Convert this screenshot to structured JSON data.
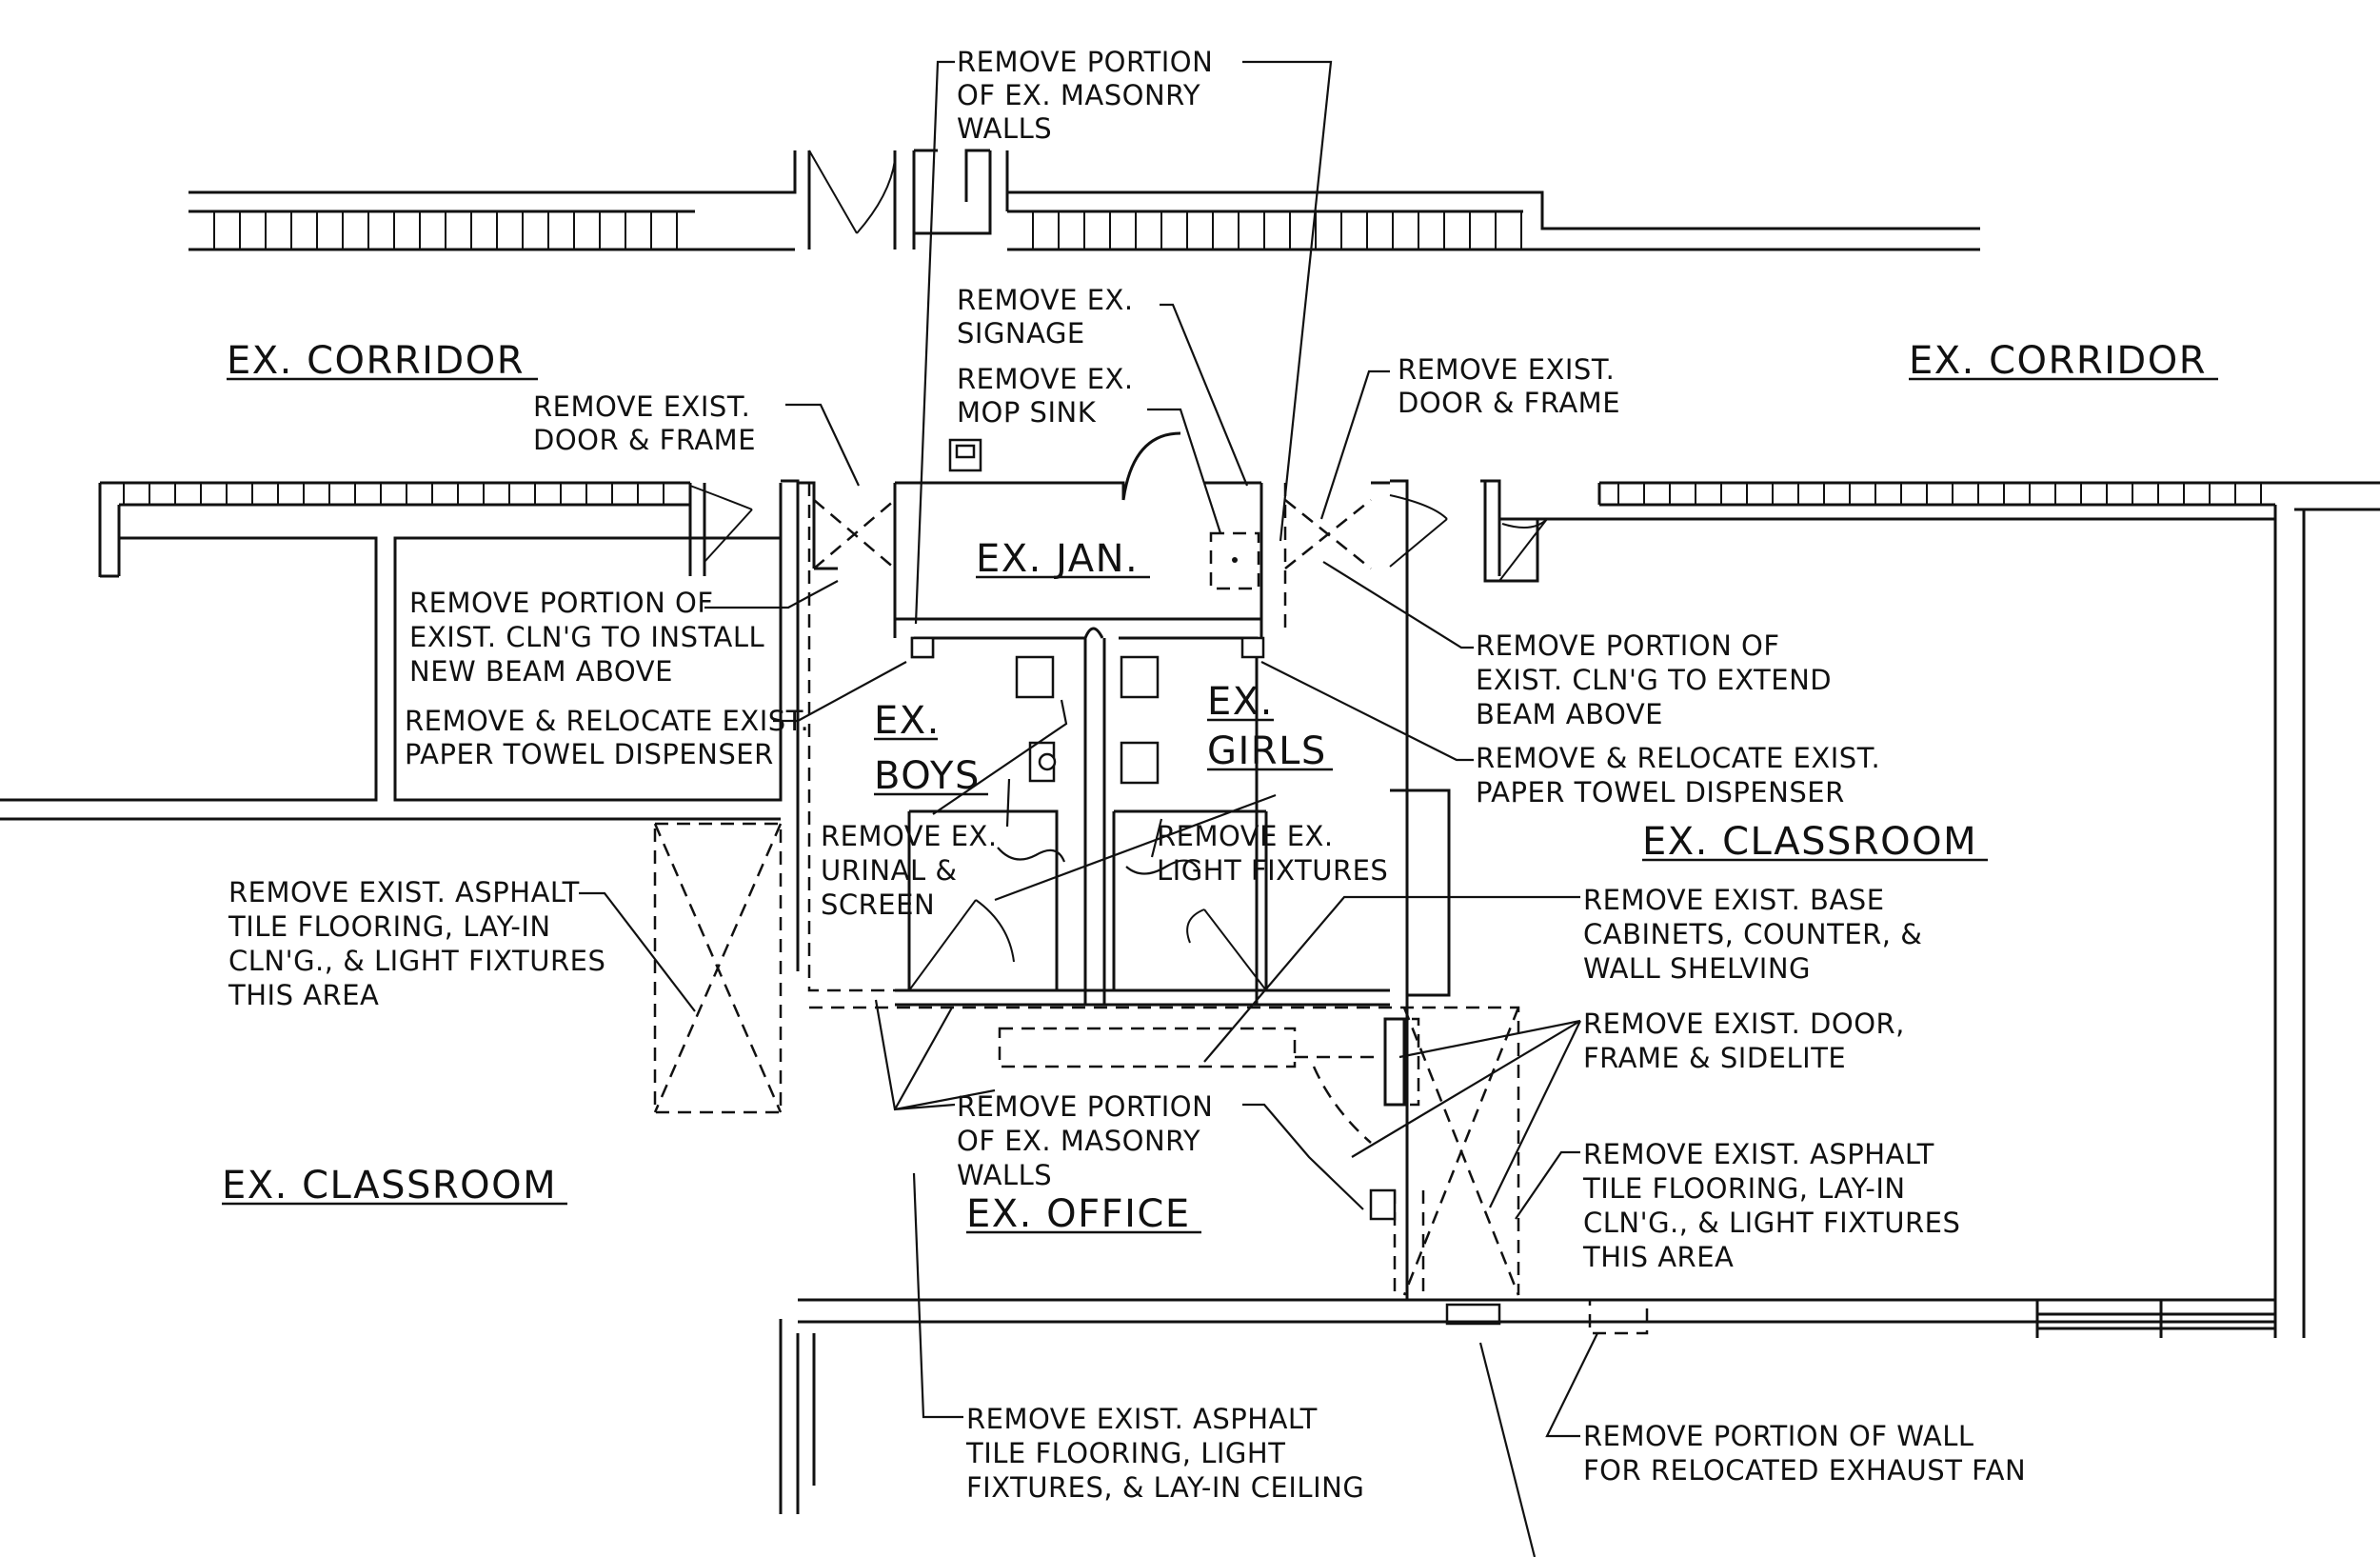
{
  "rooms": {
    "corridor_left": "EX. CORRIDOR",
    "corridor_right": "EX. CORRIDOR",
    "janitor": "EX. JAN.",
    "boys_line1": "EX.",
    "boys_line2": "BOYS",
    "girls_line1": "EX.",
    "girls_line2": "GIRLS",
    "classroom_left": "EX. CLASSROOM",
    "classroom_right": "EX. CLASSROOM",
    "office": "EX. OFFICE"
  },
  "notes": {
    "masonry_top": [
      "REMOVE PORTION",
      "OF EX. MASONRY",
      "WALLS"
    ],
    "signage": [
      "REMOVE EX.",
      "SIGNAGE"
    ],
    "mop_sink": [
      "REMOVE EX.",
      "MOP SINK"
    ],
    "door_left": [
      "REMOVE EXIST.",
      "DOOR & FRAME"
    ],
    "door_right": [
      "REMOVE EXIST.",
      "DOOR & FRAME"
    ],
    "clg_left": [
      "REMOVE PORTION OF",
      "EXIST. CLN'G TO INSTALL",
      "NEW BEAM ABOVE"
    ],
    "towel_left": [
      "REMOVE & RELOCATE EXIST.",
      "PAPER TOWEL DISPENSER"
    ],
    "clg_right": [
      "REMOVE PORTION OF",
      "EXIST. CLN'G TO EXTEND",
      "BEAM ABOVE"
    ],
    "towel_right": [
      "REMOVE & RELOCATE EXIST.",
      "PAPER TOWEL DISPENSER"
    ],
    "urinal": [
      "REMOVE EX.",
      "URINAL &",
      "SCREEN"
    ],
    "light_fixtures": [
      "REMOVE EX.",
      "LIGHT FIXTURES"
    ],
    "asphalt_left": [
      "REMOVE EXIST. ASPHALT",
      "TILE FLOORING, LAY-IN",
      "CLN'G., & LIGHT FIXTURES",
      "THIS AREA"
    ],
    "cabinets": [
      "REMOVE EXIST. BASE",
      "CABINETS, COUNTER, &",
      "WALL SHELVING"
    ],
    "door_sidelite": [
      "REMOVE EXIST. DOOR,",
      "FRAME & SIDELITE"
    ],
    "masonry_bottom": [
      "REMOVE PORTION",
      "OF EX. MASONRY",
      "WALLS"
    ],
    "asphalt_right": [
      "REMOVE EXIST. ASPHALT",
      "TILE FLOORING, LAY-IN",
      "CLN'G., & LIGHT FIXTURES",
      "THIS AREA"
    ],
    "asphalt_office": [
      "REMOVE EXIST. ASPHALT",
      "TILE FLOORING, LIGHT",
      "FIXTURES, & LAY-IN CEILING"
    ],
    "exhaust_fan": [
      "REMOVE PORTION OF WALL",
      "FOR RELOCATED EXHAUST FAN"
    ]
  }
}
